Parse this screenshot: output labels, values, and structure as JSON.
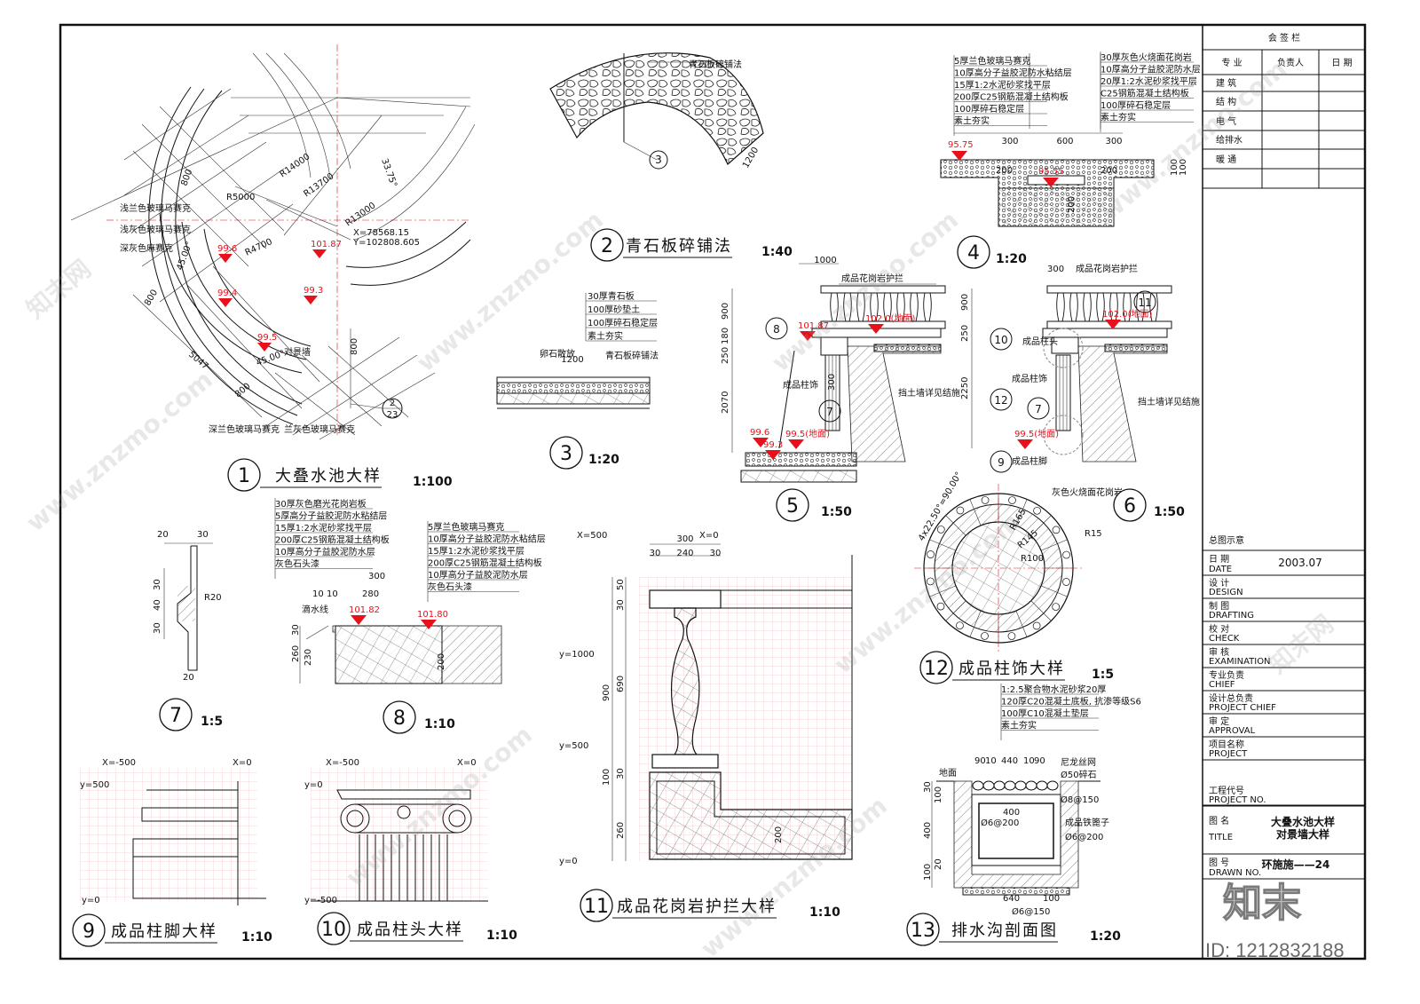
{
  "sign_table": {
    "title": "会 签 栏",
    "headers": [
      "专 业",
      "负责人",
      "日 期"
    ],
    "rows": [
      "建 筑",
      "结 构",
      "电 气",
      "给排水",
      "暖 通"
    ]
  },
  "title_block": {
    "general_plan": "总图示意",
    "date_label": "日 期",
    "date_en": "DATE",
    "date_value": "2003.07",
    "fields": [
      {
        "cn": "设 计",
        "en": "DESIGN"
      },
      {
        "cn": "制 图",
        "en": "DRAFTING"
      },
      {
        "cn": "校 对",
        "en": "CHECK"
      },
      {
        "cn": "审 核",
        "en": "EXAMINATION"
      },
      {
        "cn": "专业负责",
        "en": "CHIEF"
      },
      {
        "cn": "设计总负责",
        "en": "PROJECT CHIEF"
      },
      {
        "cn": "审 定",
        "en": "APPROVAL"
      },
      {
        "cn": "项目名称",
        "en": "PROJECT"
      },
      {
        "cn": "工程代号",
        "en": "PROJECT NO."
      }
    ],
    "title_cn": "图 名",
    "title_en": "TITLE",
    "title_line1": "大叠水池大样",
    "title_line2": "对景墙大样",
    "drawing_no_cn": "图 号",
    "drawing_no_en": "DRAWN NO.",
    "drawing_no": "环施施——24"
  },
  "details": [
    {
      "num": "1",
      "title": "大叠水池大样",
      "scale": "1:100"
    },
    {
      "num": "2",
      "title": "青石板碎铺法",
      "scale": "1:40"
    },
    {
      "num": "3",
      "title": "",
      "scale": "1:20"
    },
    {
      "num": "4",
      "title": "",
      "scale": "1:20"
    },
    {
      "num": "5",
      "title": "",
      "scale": "1:50"
    },
    {
      "num": "6",
      "title": "",
      "scale": "1:50"
    },
    {
      "num": "7",
      "title": "",
      "scale": "1:5"
    },
    {
      "num": "8",
      "title": "",
      "scale": "1:10"
    },
    {
      "num": "9",
      "title": "成品柱脚大样",
      "scale": "1:10"
    },
    {
      "num": "10",
      "title": "成品柱头大样",
      "scale": "1:10"
    },
    {
      "num": "11",
      "title": "成品花岗岩护拦大样",
      "scale": "1:10"
    },
    {
      "num": "12",
      "title": "成品柱饰大样",
      "scale": "1:5"
    },
    {
      "num": "13",
      "title": "排水沟剖面图",
      "scale": "1:20"
    }
  ],
  "plan1": {
    "labels": [
      "浅兰色玻璃马赛克",
      "浅灰色玻璃马赛克",
      "深灰色麻赛克",
      "深兰色玻璃马赛克",
      "兰灰色玻璃马赛克",
      "对景墙"
    ],
    "dims": [
      "R14000",
      "R13700",
      "R13000",
      "R5000",
      "R4700",
      "33.75°",
      "45.00°",
      "45.00°",
      "800",
      "800",
      "800",
      "800",
      "5047"
    ],
    "coord_x": "X=78568.15",
    "coord_y": "Y=102808.605",
    "levels": [
      "99.6",
      "101.87",
      "99.4",
      "99.3",
      "99.5"
    ],
    "ref": "2",
    "ref_sheet": "23"
  },
  "d2": {
    "label": "青石板碎铺法",
    "dim": "1200",
    "ref": "3"
  },
  "d3": {
    "layers": [
      "30厚青石板",
      "100厚砂垫土",
      "100厚碎石稳定层",
      "素土夯实"
    ],
    "left_label": "卵石散放",
    "right_label": "青石板碎铺法",
    "dim": "1200"
  },
  "d4": {
    "left_layers": [
      "5厚兰色玻璃马赛克",
      "10厚高分子益胶泥防水粘结层",
      "15厚1:2水泥砂浆找平层",
      "200厚C25钢筋混凝土结构板",
      "100厚碎石稳定层",
      "素土夯实"
    ],
    "right_layers": [
      "30厚灰色火烧面花岗岩",
      "10厚高分子益胶泥防水层",
      "20厚1:2水泥砂浆找平层",
      "C25钢筋混凝土结构板",
      "100厚碎石稳定层",
      "素土夯实"
    ],
    "dims": [
      "300",
      "600",
      "300",
      "200",
      "200",
      "200",
      "100",
      "100"
    ],
    "levels": [
      "95.75",
      "95.55"
    ]
  },
  "d5": {
    "labels": [
      "成品花岗岩护拦",
      "成品柱饰",
      "挡土墙详见结施"
    ],
    "dims": [
      "1000",
      "900",
      "180",
      "250",
      "2070",
      "300"
    ],
    "levels": [
      "101.87",
      "102.0(地面)",
      "99.6",
      "99.3",
      "99.5(地面)"
    ],
    "refs": [
      "8",
      "7"
    ]
  },
  "d6": {
    "labels": [
      "成品花岗岩护拦",
      "成品柱头",
      "成品柱饰",
      "挡土墙详见结施",
      "成品柱脚"
    ],
    "dims": [
      "300",
      "900",
      "250",
      "2250"
    ],
    "levels": [
      "102.0(地面)",
      "99.5(地面)"
    ],
    "refs": [
      "11",
      "10",
      "12",
      "7",
      "9"
    ]
  },
  "d7": {
    "dims": [
      "20",
      "30",
      "30",
      "40",
      "30",
      "20",
      "R20"
    ]
  },
  "d8": {
    "left_layers": [
      "30厚灰色磨光花岗岩板",
      "5厚高分子益胶泥防水粘结层",
      "15厚1:2水泥砂浆找平层",
      "200厚C25钢筋混凝土结构板",
      "10厚高分子益胶泥防水层",
      "灰色石头漆"
    ],
    "right_layers": [
      "5厚兰色玻璃马赛克",
      "10厚高分子益胶泥防水粘结层",
      "15厚1:2水泥砂浆找平层",
      "200厚C25钢筋混凝土结构板",
      "10厚高分子益胶泥防水层",
      "灰色石头漆"
    ],
    "drip": "滴水线",
    "dims": [
      "300",
      "10",
      "10",
      "280",
      "30",
      "260",
      "230",
      "200"
    ],
    "levels": [
      "101.82",
      "101.80"
    ]
  },
  "d9": {
    "x_left": "X=-500",
    "x_right": "X=0",
    "y_top": "y=500",
    "y_bottom": "y=0"
  },
  "d10": {
    "x_left": "X=-500",
    "x_right": "X=0",
    "y_top": "y=0",
    "y_bottom": "y=-500"
  },
  "d11": {
    "x_left": "X=500",
    "x_right": "X=0",
    "y_labels": [
      "y=1000",
      "y=500",
      "y=0"
    ],
    "dims": [
      "300",
      "30",
      "240",
      "30",
      "50",
      "30",
      "900",
      "690",
      "100",
      "30",
      "260",
      "200"
    ]
  },
  "d12": {
    "dims": [
      "4x22.50°=90.00°",
      "R165",
      "R145",
      "R100",
      "R15"
    ],
    "label": "灰色火烧面花岗岩"
  },
  "d13": {
    "layers": [
      "1:2.5聚合物水泥砂浆20厚",
      "120厚C20混凝土底板, 抗渗等级S6",
      "100厚C10混凝土垫层",
      "素土夯实"
    ],
    "labels": [
      "地面",
      "尼龙丝网",
      "Ø50碎石",
      "Ø8@150",
      "Ø6@200",
      "成品铁篦子",
      "Ø6@200",
      "Ø6@150"
    ],
    "dims": [
      "90",
      "10",
      "440",
      "10",
      "90",
      "30",
      "100",
      "400",
      "100",
      "20",
      "400",
      "640",
      "100"
    ]
  },
  "watermark": {
    "site": "www.znzmo.com",
    "brand": "知末网",
    "logo": "知末",
    "id": "ID: 1212832188"
  }
}
